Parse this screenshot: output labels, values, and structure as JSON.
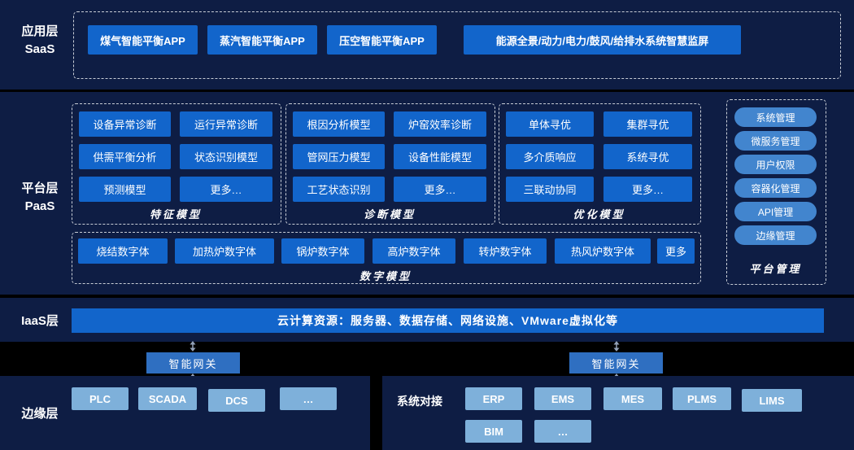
{
  "colors": {
    "background": "#000000",
    "band": "#0e1d44",
    "accent_blue": "#1265cb",
    "light_blue": "#7eb0da",
    "pill_blue": "#4285ce",
    "gateway_blue": "#2f6fc1",
    "dashed_border": "#c8cdd6"
  },
  "saas": {
    "label_cn": "应用层",
    "label_en": "SaaS",
    "apps": [
      "煤气智能平衡APP",
      "蒸汽智能平衡APP",
      "压空智能平衡APP",
      "能源全景/动力/电力/鼓风/给排水系统智慧监屏"
    ]
  },
  "paas": {
    "label_cn": "平台层",
    "label_en": "PaaS",
    "feature": {
      "title": "特征模型",
      "items": [
        "设备异常诊断",
        "运行异常诊断",
        "供需平衡分析",
        "状态识别模型",
        "预测模型",
        "更多…"
      ]
    },
    "diagnosis": {
      "title": "诊断模型",
      "items": [
        "根因分析模型",
        "炉窑效率诊断",
        "管网压力模型",
        "设备性能模型",
        "工艺状态识别",
        "更多…"
      ]
    },
    "optimization": {
      "title": "优化模型",
      "items": [
        "单体寻优",
        "集群寻优",
        "多介质响应",
        "系统寻优",
        "三联动协同",
        "更多…"
      ]
    },
    "platform": {
      "title": "平台管理",
      "items": [
        "系统管理",
        "微服务管理",
        "用户权限",
        "容器化管理",
        "API管理",
        "边缘管理"
      ]
    },
    "digital": {
      "title": "数字模型",
      "items": [
        "烧结数字体",
        "加热炉数字体",
        "锅炉数字体",
        "高炉数字体",
        "转炉数字体",
        "热风炉数字体",
        "更多"
      ]
    }
  },
  "iaas": {
    "label": "IaaS层",
    "bar": "云计算资源：服务器、数据存储、网络设施、VMware虚拟化等"
  },
  "gateway": {
    "left": "智能网关",
    "right": "智能网关"
  },
  "edge": {
    "label": "边缘层",
    "items": [
      "PLC",
      "SCADA",
      "DCS",
      "…"
    ]
  },
  "integration": {
    "label": "系统对接",
    "row1": [
      "ERP",
      "EMS",
      "MES",
      "PLMS",
      "LIMS"
    ],
    "row2": [
      "BIM",
      "…"
    ]
  }
}
